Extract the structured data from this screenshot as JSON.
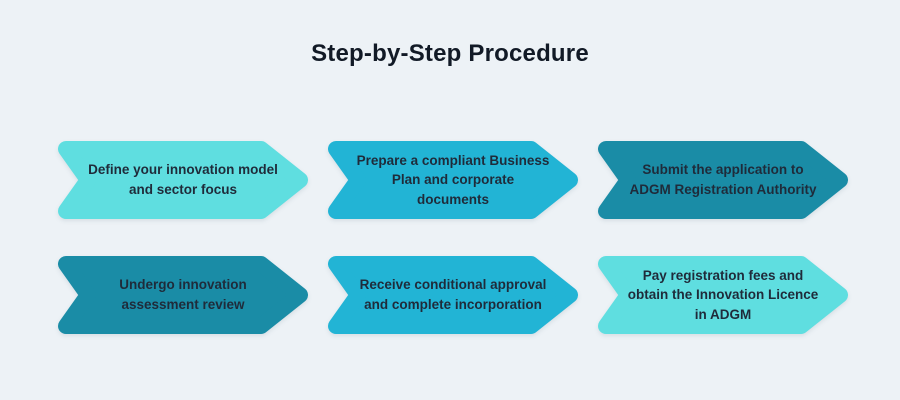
{
  "page": {
    "background": "#EDF2F6"
  },
  "title": {
    "text": "Step-by-Step Procedure",
    "color": "#121A26"
  },
  "ink": {
    "step_text": "#1F2B3A"
  },
  "steps": [
    {
      "text": "Define your innovation model and sector focus",
      "lines": [
        "Define your innovation model",
        "and sector focus"
      ],
      "color": "#5FDEE0"
    },
    {
      "text": "Prepare a compliant Business Plan and corporate documents",
      "lines": [
        "Prepare a compliant Business",
        "Plan and corporate",
        "documents"
      ],
      "color": "#22B4D5"
    },
    {
      "text": "Submit the application to ADGM Registration Authority",
      "lines": [
        "Submit the application to",
        "ADGM Registration Authority"
      ],
      "color": "#1A8CA6"
    },
    {
      "text": "Undergo innovation assessment review",
      "lines": [
        "Undergo innovation",
        "assessment review"
      ],
      "color": "#1A8CA6"
    },
    {
      "text": "Receive conditional approval and complete incorporation",
      "lines": [
        "Receive conditional approval",
        "and complete incorporation"
      ],
      "color": "#22B4D5"
    },
    {
      "text": "Pay registration fees and obtain the Innovation Licence in ADGM",
      "lines": [
        "Pay registration fees and",
        "obtain the Innovation Licence",
        "in ADGM"
      ],
      "color": "#5FDEE0"
    }
  ]
}
